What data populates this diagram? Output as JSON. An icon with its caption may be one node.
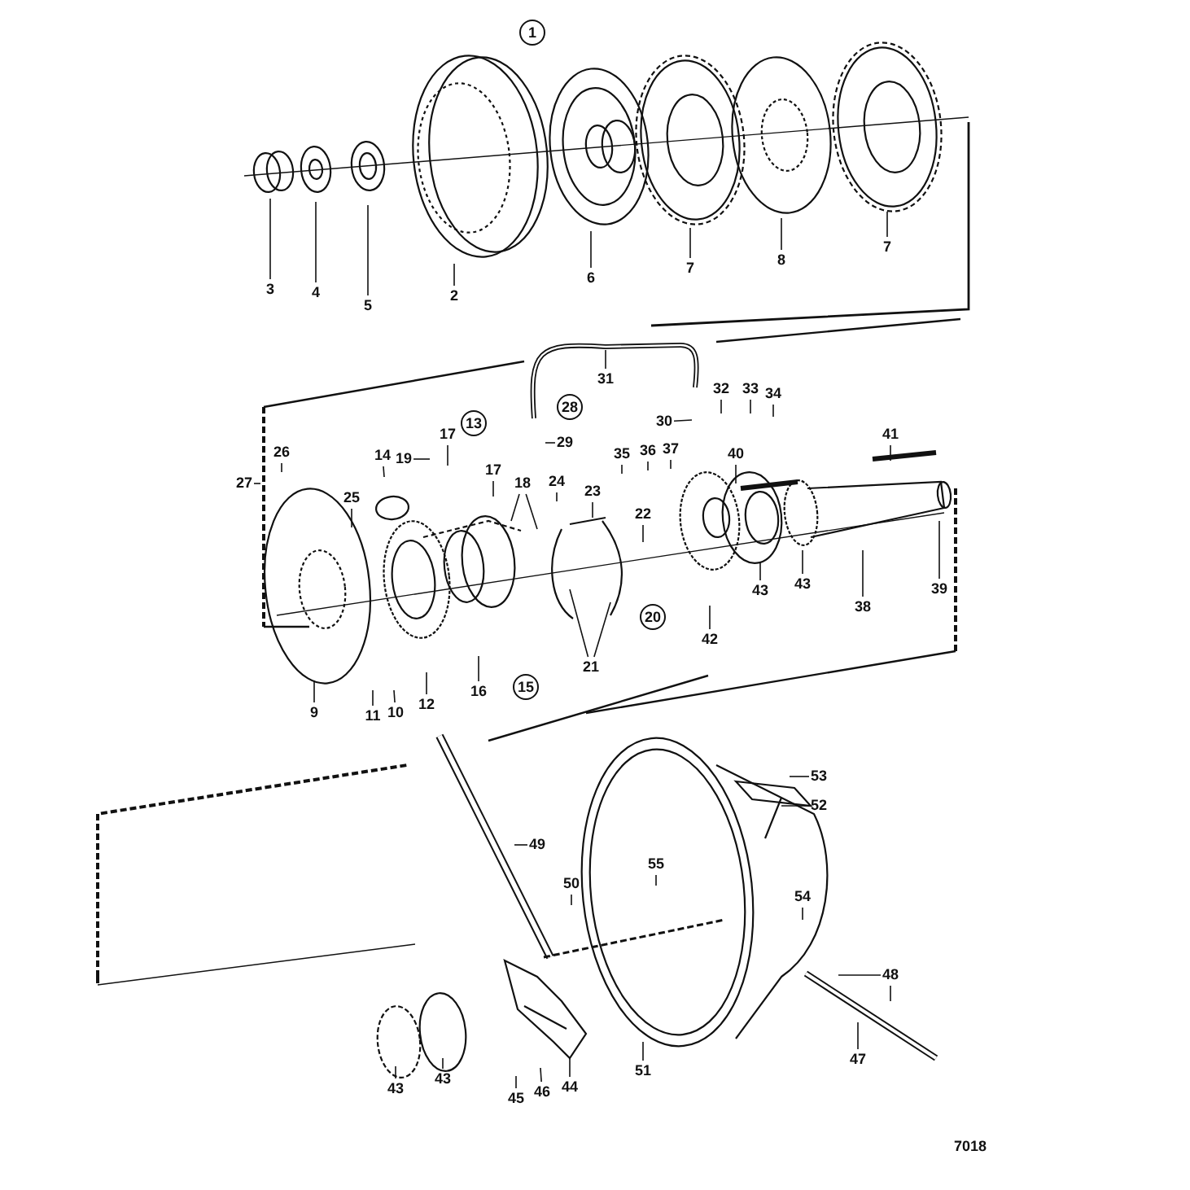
{
  "diagram": {
    "nodes": [
      {
        "text": [
          "1"
        ]
      },
      {
        "text": [
          "3"
        ]
      },
      {
        "text": [
          "4"
        ]
      },
      {
        "text": [
          "5"
        ]
      },
      {
        "text": [
          "2"
        ]
      },
      {
        "text": [
          "6"
        ]
      },
      {
        "text": [
          "7"
        ]
      },
      {
        "text": [
          "8"
        ]
      },
      {
        "text": [
          "7"
        ]
      },
      {
        "text": [
          "31"
        ]
      },
      {
        "text": [
          "32"
        ]
      },
      {
        "text": [
          "33"
        ]
      },
      {
        "text": [
          "34"
        ]
      },
      {
        "text": [
          "28"
        ]
      },
      {
        "text": [
          "30"
        ]
      },
      {
        "text": [
          "13"
        ]
      },
      {
        "text": [
          "17"
        ]
      },
      {
        "text": [
          "29"
        ]
      },
      {
        "text": [
          "26"
        ]
      },
      {
        "text": [
          "14"
        ]
      },
      {
        "text": [
          "19"
        ]
      },
      {
        "text": [
          "35"
        ]
      },
      {
        "text": [
          "36"
        ]
      },
      {
        "text": [
          "37"
        ]
      },
      {
        "text": [
          "40"
        ]
      },
      {
        "text": [
          "41"
        ]
      },
      {
        "text": [
          "27"
        ]
      },
      {
        "text": [
          "17"
        ]
      },
      {
        "text": [
          "18"
        ]
      },
      {
        "text": [
          "24"
        ]
      },
      {
        "text": [
          "25"
        ]
      },
      {
        "text": [
          "23"
        ]
      },
      {
        "text": [
          "22"
        ]
      },
      {
        "text": [
          "43"
        ]
      },
      {
        "text": [
          "43"
        ]
      },
      {
        "text": [
          "39"
        ]
      },
      {
        "text": [
          "38"
        ]
      },
      {
        "text": [
          "20"
        ]
      },
      {
        "text": [
          "42"
        ]
      },
      {
        "text": [
          "21"
        ]
      },
      {
        "text": [
          "15"
        ]
      },
      {
        "text": [
          "9"
        ]
      },
      {
        "text": [
          "16"
        ]
      },
      {
        "text": [
          "12"
        ]
      },
      {
        "text": [
          "11"
        ]
      },
      {
        "text": [
          "10"
        ]
      },
      {
        "text": [
          "53"
        ]
      },
      {
        "text": [
          "52"
        ]
      },
      {
        "text": [
          "49"
        ]
      },
      {
        "text": [
          "50"
        ]
      },
      {
        "text": [
          "55"
        ]
      },
      {
        "text": [
          "54"
        ]
      },
      {
        "text": [
          "48"
        ]
      },
      {
        "text": [
          "47"
        ]
      },
      {
        "text": [
          "51"
        ]
      },
      {
        "text": [
          "43"
        ]
      },
      {
        "text": [
          "43"
        ]
      },
      {
        "text": [
          "45"
        ]
      },
      {
        "text": [
          "46"
        ]
      },
      {
        "text": [
          "44"
        ]
      }
    ],
    "edges": [
      {
        "from": 1,
        "to": null,
        "arrow": "none"
      },
      {
        "from": 2,
        "to": null,
        "arrow": "none"
      },
      {
        "from": 3,
        "to": null,
        "arrow": "none"
      },
      {
        "from": 4,
        "to": null,
        "arrow": "none"
      },
      {
        "from": 5,
        "to": null,
        "arrow": "none"
      },
      {
        "from": 6,
        "to": null,
        "arrow": "none"
      },
      {
        "from": 7,
        "to": null,
        "arrow": "none"
      },
      {
        "from": 8,
        "to": null,
        "arrow": "none"
      },
      {
        "from": 9,
        "to": null,
        "arrow": "none"
      },
      {
        "from": 10,
        "to": null,
        "arrow": "none"
      },
      {
        "from": 11,
        "to": null,
        "arrow": "none"
      },
      {
        "from": 12,
        "to": null,
        "arrow": "none"
      },
      {
        "from": 14,
        "to": null,
        "arrow": "none"
      },
      {
        "from": 16,
        "to": null,
        "arrow": "none"
      },
      {
        "from": 17,
        "to": null,
        "arrow": "none"
      },
      {
        "from": 18,
        "to": null,
        "arrow": "none"
      },
      {
        "from": 19,
        "to": null,
        "arrow": "none"
      },
      {
        "from": 20,
        "to": null,
        "arrow": "none"
      },
      {
        "from": 21,
        "to": null,
        "arrow": "none"
      },
      {
        "from": 22,
        "to": null,
        "arrow": "none"
      },
      {
        "from": 23,
        "to": null,
        "arrow": "none"
      },
      {
        "from": 24,
        "to": null,
        "arrow": "none"
      },
      {
        "from": 25,
        "to": null,
        "arrow": "none"
      },
      {
        "from": 26,
        "to": null,
        "arrow": "none"
      },
      {
        "from": 27,
        "to": null,
        "arrow": "none"
      },
      {
        "from": 28,
        "to": null,
        "arrow": "none"
      },
      {
        "from": 28,
        "to": null,
        "arrow": "none"
      },
      {
        "from": 29,
        "to": null,
        "arrow": "none"
      },
      {
        "from": 30,
        "to": null,
        "arrow": "none"
      },
      {
        "from": 31,
        "to": null,
        "arrow": "none"
      },
      {
        "from": 32,
        "to": null,
        "arrow": "none"
      },
      {
        "from": 33,
        "to": null,
        "arrow": "none"
      },
      {
        "from": 34,
        "to": null,
        "arrow": "none"
      },
      {
        "from": 35,
        "to": null,
        "arrow": "none"
      },
      {
        "from": 36,
        "to": null,
        "arrow": "none"
      },
      {
        "from": 38,
        "to": null,
        "arrow": "none"
      },
      {
        "from": 39,
        "to": null,
        "arrow": "none"
      },
      {
        "from": 39,
        "to": null,
        "arrow": "none"
      },
      {
        "from": 41,
        "to": null,
        "arrow": "none"
      },
      {
        "from": 42,
        "to": null,
        "arrow": "none"
      },
      {
        "from": 43,
        "to": null,
        "arrow": "none"
      },
      {
        "from": 44,
        "to": null,
        "arrow": "none"
      },
      {
        "from": 45,
        "to": null,
        "arrow": "none"
      },
      {
        "from": 46,
        "to": null,
        "arrow": "none"
      },
      {
        "from": 47,
        "to": null,
        "arrow": "none"
      },
      {
        "from": 48,
        "to": null,
        "arrow": "none"
      },
      {
        "from": 49,
        "to": null,
        "arrow": "none"
      },
      {
        "from": 50,
        "to": null,
        "arrow": "none"
      },
      {
        "from": 51,
        "to": null,
        "arrow": "none"
      },
      {
        "from": 52,
        "to": null,
        "arrow": "none"
      },
      {
        "from": 52,
        "to": null,
        "arrow": "none"
      },
      {
        "from": 53,
        "to": null,
        "arrow": "none"
      },
      {
        "from": 54,
        "to": null,
        "arrow": "none"
      },
      {
        "from": 55,
        "to": null,
        "arrow": "none"
      },
      {
        "from": 56,
        "to": null,
        "arrow": "none"
      },
      {
        "from": 57,
        "to": null,
        "arrow": "none"
      },
      {
        "from": 58,
        "to": null,
        "arrow": "none"
      },
      {
        "from": 59,
        "to": null,
        "arrow": "none"
      }
    ],
    "labels": [
      "7018"
    ]
  }
}
